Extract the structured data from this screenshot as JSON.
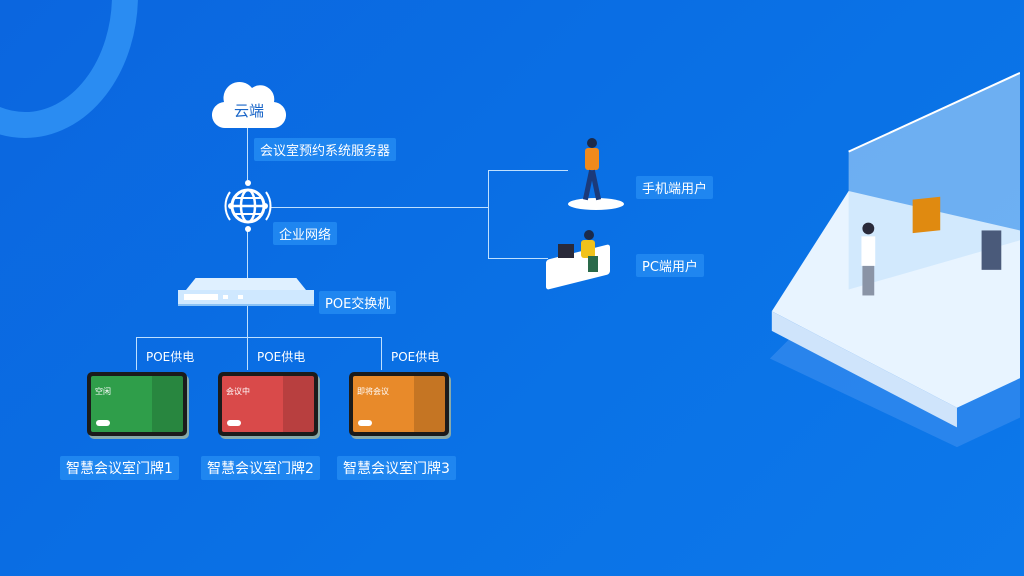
{
  "cloud": {
    "label": "云端",
    "server_label": "会议室预约系统服务器"
  },
  "network": {
    "label": "企业网络"
  },
  "switch": {
    "label": "POE交换机"
  },
  "users": [
    {
      "label": "手机端用户"
    },
    {
      "label": "PC端用户"
    }
  ],
  "poe_label": "POE供电",
  "doorplates": [
    {
      "label": "智慧会议室门牌1",
      "status": "空闲",
      "color": "#2f9e4a"
    },
    {
      "label": "智慧会议室门牌2",
      "status": "会议中",
      "color": "#d94a4a"
    },
    {
      "label": "智慧会议室门牌3",
      "status": "即将会议",
      "color": "#e88a2a"
    }
  ]
}
